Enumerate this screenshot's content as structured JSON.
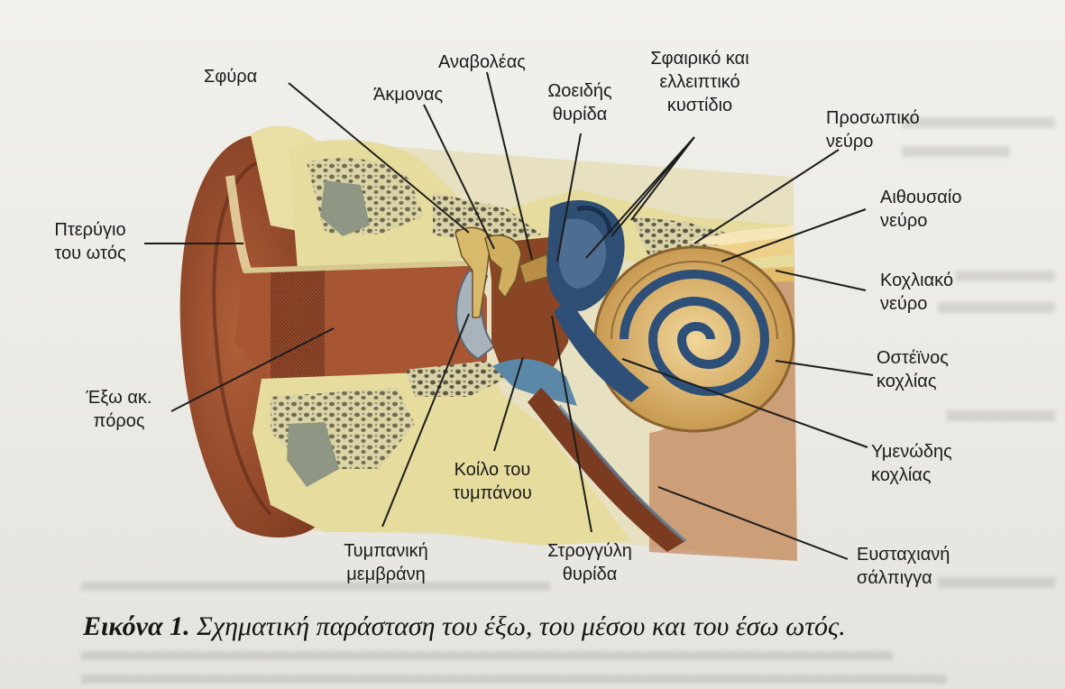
{
  "figure": {
    "labels": {
      "malleus": "Σφύρα",
      "incus": "Άκμονας",
      "stapes": "Αναβολέας",
      "oval_window_1": "Ωοειδής",
      "oval_window_2": "θυρίδα",
      "utricle_1": "Σφαιρικό και",
      "utricle_2": "ελλειπτικό",
      "utricle_3": "κυστίδιο",
      "facial_nerve_1": "Προσωπικό",
      "facial_nerve_2": "νεύρο",
      "vestibular_nerve_1": "Αιθουσαίο",
      "vestibular_nerve_2": "νεύρο",
      "cochlear_nerve_1": "Κοχλιακό",
      "cochlear_nerve_2": "νεύρο",
      "bony_cochlea_1": "Οστέϊνος",
      "bony_cochlea_2": "κοχλίας",
      "membranous_cochlea_1": "Υμενώδης",
      "membranous_cochlea_2": "κοχλίας",
      "eustachian_1": "Ευσταχιανή",
      "eustachian_2": "σάλπιγγα",
      "round_window_1": "Στρογγύλη",
      "round_window_2": "θυρίδα",
      "tympanic_membrane_1": "Τυμπανική",
      "tympanic_membrane_2": "μεμβράνη",
      "tympanic_cavity_1": "Κοίλο του",
      "tympanic_cavity_2": "τυμπάνου",
      "ear_canal_1": "Έξω ακ.",
      "ear_canal_2": "πόρος",
      "pinna_1": "Πτερύγιο",
      "pinna_2": "του ωτός"
    },
    "caption": {
      "number": "Εικόνα 1.",
      "text": "Σχηματική παράσταση του έξω, του μέσου και του έσω ωτός."
    }
  },
  "colors": {
    "paper": "#ecebe6",
    "skin": "#9b4f2f",
    "bone": "#e9dfa4",
    "spongy": "#6e6753",
    "cochlea": "#d4a85d",
    "fluid_blue": "#2e4f78",
    "ink": "#1b1b1b"
  }
}
